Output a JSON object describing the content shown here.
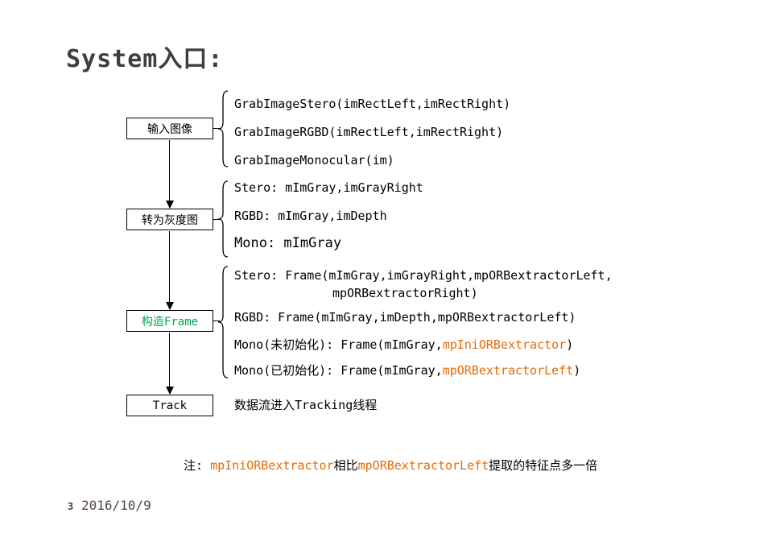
{
  "title": "System入口:",
  "flow": {
    "boxes": [
      {
        "label": "输入图像"
      },
      {
        "label": "转为灰度图"
      },
      {
        "label": "构造Frame",
        "color": "#00A651"
      },
      {
        "label": "Track"
      }
    ]
  },
  "groups": {
    "grab": {
      "lines": [
        "GrabImageStero(imRectLeft,imRectRight)",
        "GrabImageRGBD(imRectLeft,imRectRight)",
        "GrabImageMonocular(im)"
      ]
    },
    "gray": {
      "lines": [
        "Stero: mImGray,imGrayRight",
        "RGBD: mImGray,imDepth",
        "Mono: mImGray"
      ]
    },
    "frame": {
      "line_stereo": "Stero: Frame(mImGray,imGrayRight,mpORBextractorLeft,",
      "line_stereo_cont": "mpORBextractorRight)",
      "line_rgbd": "RGBD: Frame(mImGray,imDepth,mpORBextractorLeft)",
      "line_mono_uninit": {
        "pre": "Mono(未初始化): Frame(mImGray,",
        "hl": "mpIniORBextractor",
        "post": ")"
      },
      "line_mono_init": {
        "pre": "Mono(已初始化): Frame(mImGray,",
        "hl": "mpORBextractorLeft",
        "post": ")"
      }
    },
    "track": {
      "text": "数据流进入Tracking线程"
    }
  },
  "footnote": {
    "pre": "注: ",
    "hl1": "mpIniORBextractor",
    "mid": "相比",
    "hl2": "mpORBextractorLeft",
    "post": "提取的特征点多一倍"
  },
  "footer": {
    "page_number": "3",
    "date": "2016/10/9"
  },
  "colors": {
    "highlight_orange": "#E36C09",
    "frame_box_green": "#00A651",
    "title_gray": "#3F3F3F"
  }
}
